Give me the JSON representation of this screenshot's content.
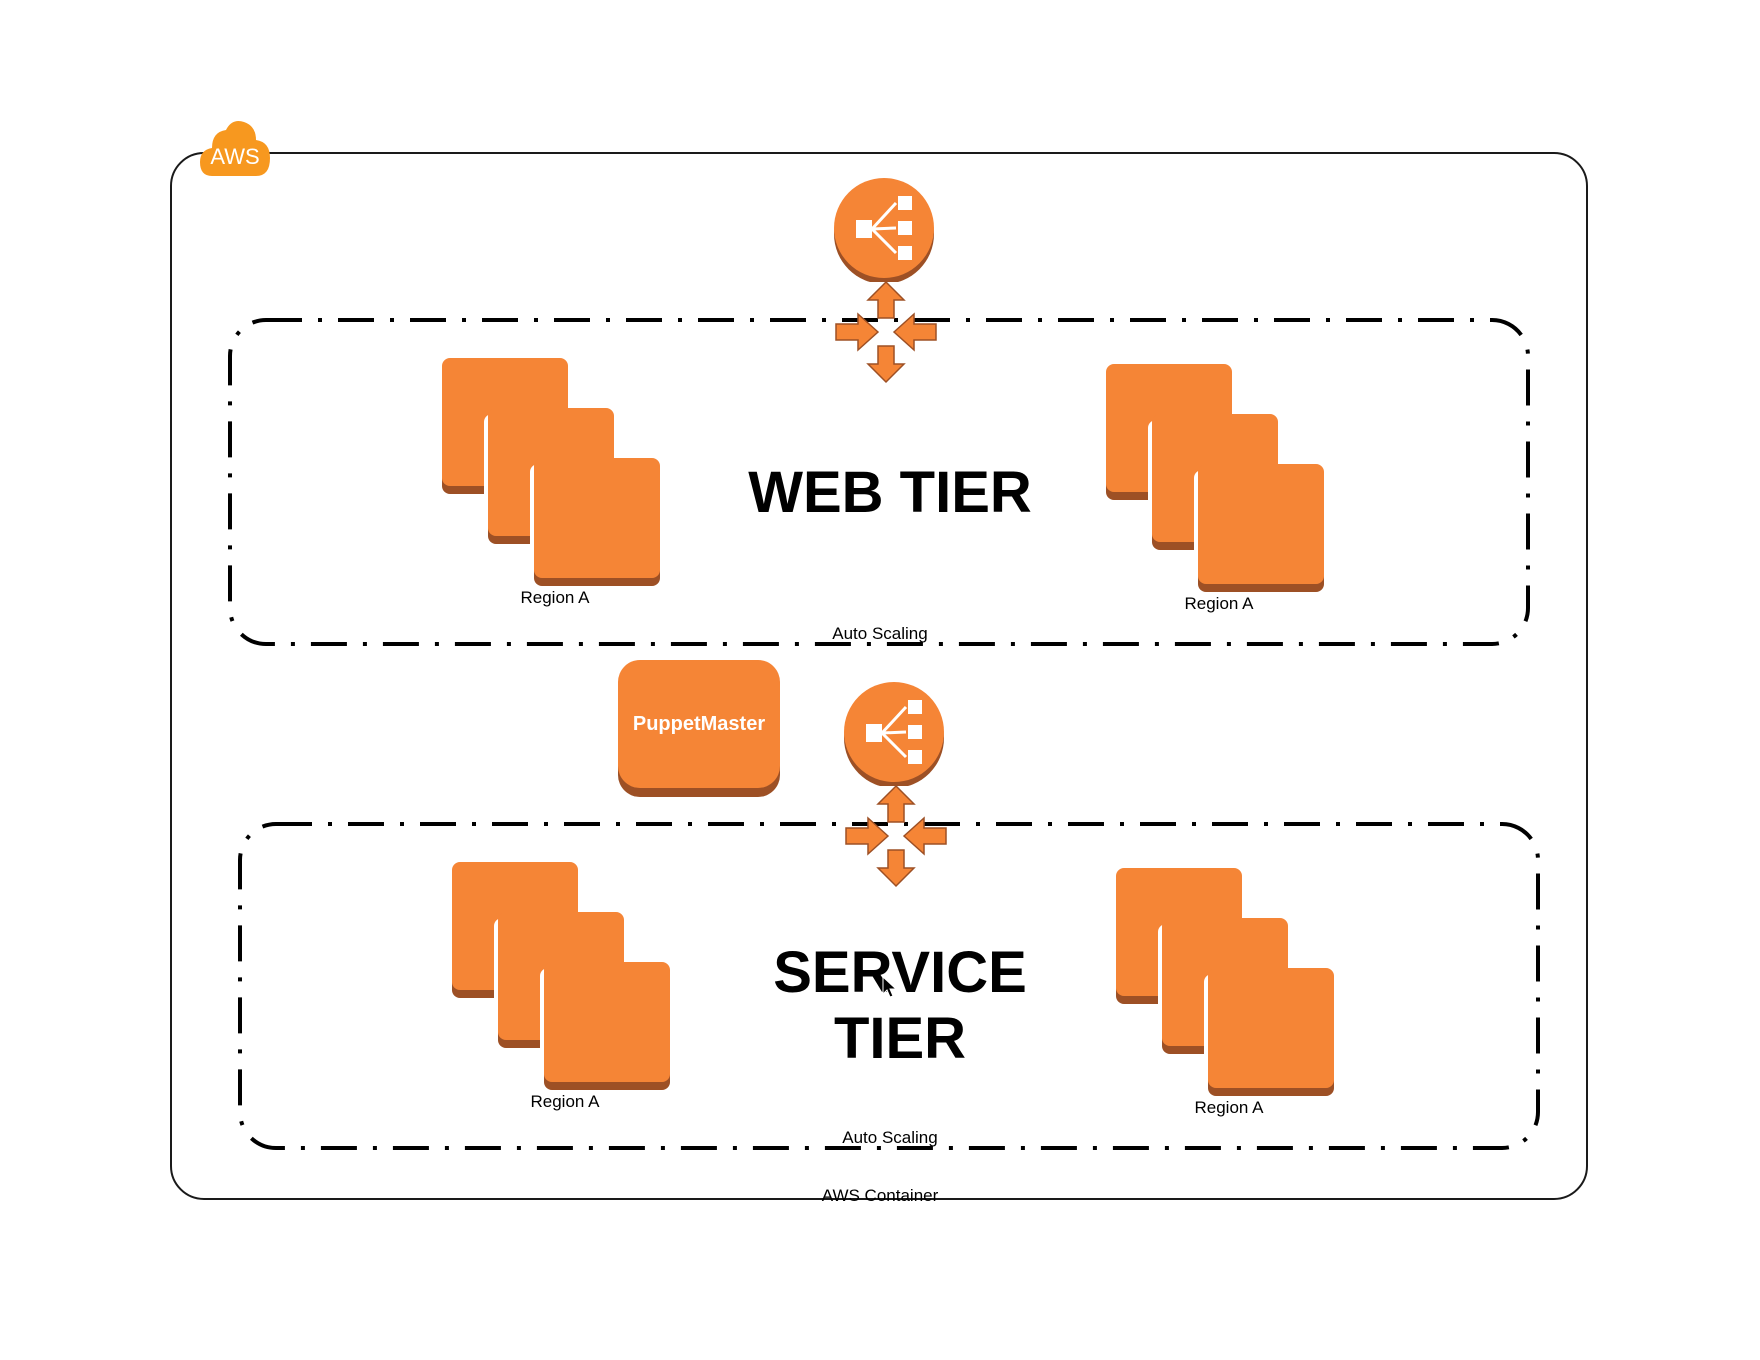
{
  "badge": {
    "text": "AWS"
  },
  "container": {
    "label": "AWS Container"
  },
  "web_tier": {
    "title_line1": "WEB TIER",
    "group_label": "Auto Scaling",
    "left_stack_label": "Region A",
    "right_stack_label": "Region A"
  },
  "service_tier": {
    "title_line1": "SERVICE",
    "title_line2": "TIER",
    "group_label": "Auto Scaling",
    "left_stack_label": "Region A",
    "right_stack_label": "Region A"
  },
  "puppet": {
    "label": "PuppetMaster"
  },
  "colors": {
    "orange": "#f58536",
    "orange_dark": "#9d5025",
    "stroke": "#1a1a1a"
  },
  "icons": {
    "badge": "aws-cloud-icon",
    "balancer": "load-balancer-icon",
    "arrows": "auto-scaling-arrows-icon",
    "instances": "ec2-instance-stack-icon"
  }
}
